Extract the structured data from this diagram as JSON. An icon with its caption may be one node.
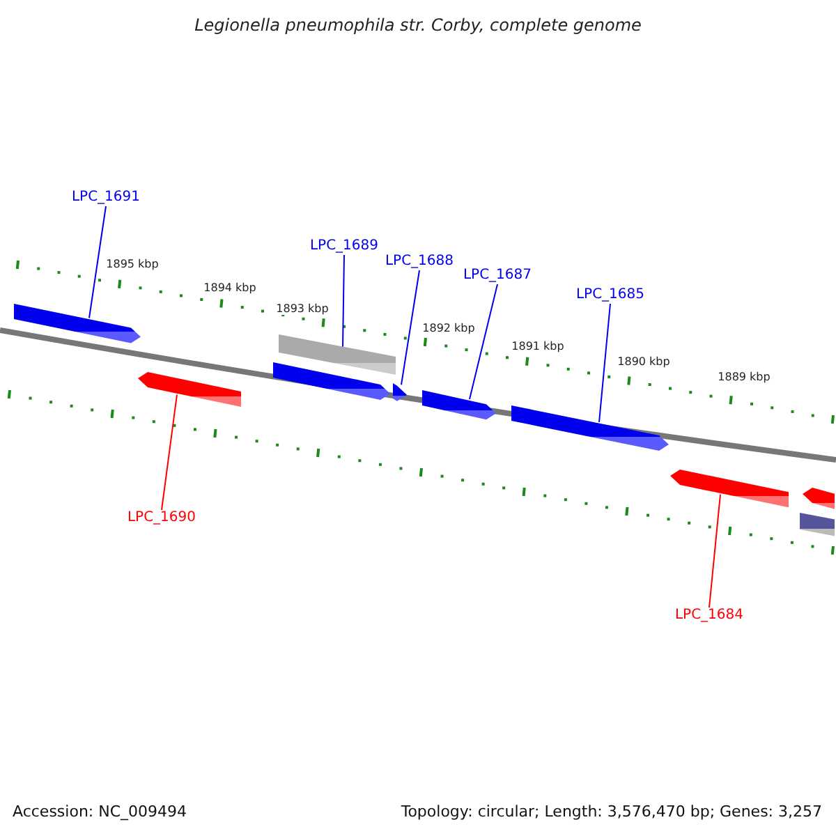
{
  "diagram": {
    "title": "Legionella pneumophila str. Corby, complete genome",
    "nodes": [
      {
        "text": [
          "LPC_1691"
        ]
      },
      {
        "text": [
          "LPC_1689"
        ]
      },
      {
        "text": [
          "LPC_1688"
        ]
      },
      {
        "text": [
          "LPC_1687"
        ]
      },
      {
        "text": [
          "LPC_1685"
        ]
      },
      {
        "text": [
          "LPC_1690"
        ]
      },
      {
        "text": [
          "LPC_1684"
        ]
      },
      {
        "text": [],
        "shape": "box"
      },
      {
        "text": [],
        "shape": "box"
      },
      {
        "text": [],
        "shape": "bar"
      },
      {
        "text": [],
        "shape": "box"
      },
      {
        "text": [],
        "shape": "box"
      },
      {
        "text": [],
        "shape": "box"
      },
      {
        "text": [],
        "shape": "box"
      },
      {
        "text": [],
        "shape": "box"
      },
      {
        "text": [],
        "shape": "box"
      },
      {
        "text": [],
        "shape": "bar"
      }
    ],
    "edges": [
      {
        "from": 0,
        "to": 7,
        "arrow": "none"
      },
      {
        "from": 1,
        "to": 9,
        "arrow": "none"
      },
      {
        "from": 2,
        "to": 11,
        "arrow": "none"
      },
      {
        "from": 3,
        "to": 12,
        "arrow": "none"
      },
      {
        "from": 4,
        "to": 13,
        "arrow": "none"
      },
      {
        "from": 5,
        "to": 8,
        "arrow": "none",
        "color": "#ff0000"
      },
      {
        "from": 6,
        "to": 14,
        "arrow": "none",
        "color": "#ff0000"
      }
    ],
    "labels": [
      "1895 kbp",
      "1894 kbp",
      "1893 kbp",
      "1892 kbp",
      "1891 kbp",
      "1890 kbp",
      "1889 kbp",
      "Accession: NC_009494",
      "Topology: circular; Length: 3,576,470 bp; Genes: 3,257"
    ]
  }
}
